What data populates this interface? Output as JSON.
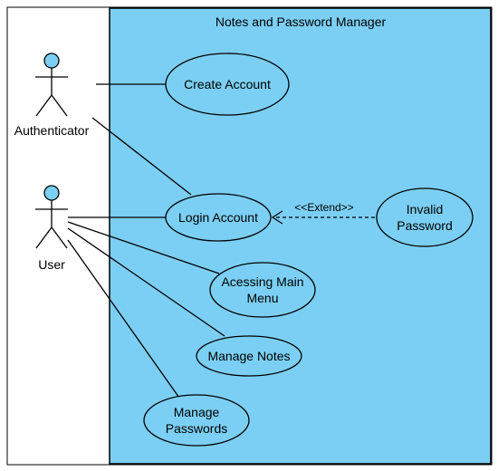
{
  "system": {
    "title": "Notes and Password Manager",
    "fill": "#7ccff4"
  },
  "actors": [
    {
      "id": "authenticator",
      "label": "Authenticator"
    },
    {
      "id": "user",
      "label": "User"
    }
  ],
  "use_cases": [
    {
      "id": "create-account",
      "lines": [
        "Create Account"
      ]
    },
    {
      "id": "login-account",
      "lines": [
        "Login Account"
      ]
    },
    {
      "id": "invalid-password",
      "lines": [
        "Invalid",
        "Password"
      ]
    },
    {
      "id": "accessing-main-menu",
      "lines": [
        "Acessing Main",
        "Menu"
      ]
    },
    {
      "id": "manage-notes",
      "lines": [
        "Manage Notes"
      ]
    },
    {
      "id": "manage-passwords",
      "lines": [
        "Manage",
        "Passwords"
      ]
    }
  ],
  "relations": [
    {
      "from": "authenticator",
      "to": "create-account",
      "type": "association"
    },
    {
      "from": "authenticator",
      "to": "login-account",
      "type": "association"
    },
    {
      "from": "user",
      "to": "login-account",
      "type": "association"
    },
    {
      "from": "user",
      "to": "accessing-main-menu",
      "type": "association"
    },
    {
      "from": "user",
      "to": "manage-notes",
      "type": "association"
    },
    {
      "from": "user",
      "to": "manage-passwords",
      "type": "association"
    },
    {
      "from": "invalid-password",
      "to": "login-account",
      "type": "extend",
      "label": "<<Extend>>"
    }
  ],
  "colors": {
    "actor_head": "#7ccff4",
    "system_fill": "#7ccff4",
    "use_case_fill": "#7ccff4",
    "line": "#000000"
  }
}
